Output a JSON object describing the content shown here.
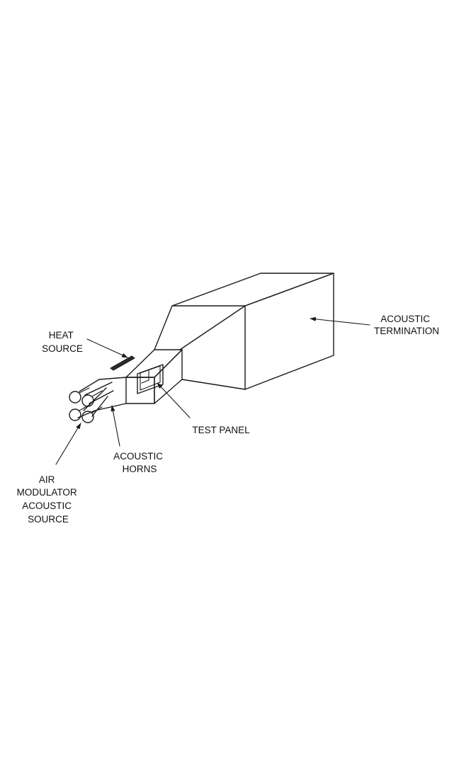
{
  "labels": {
    "acoustic_termination": [
      "ACOUSTIC",
      "TERMINATION"
    ],
    "heat_source": [
      "HEAT",
      "SOURCE"
    ],
    "test_panel": [
      "TEST PANEL"
    ],
    "acoustic_horns": [
      "ACOUSTIC",
      "HORNS"
    ],
    "air_modulator": [
      "AIR",
      "MODULATOR",
      "ACOUSTIC",
      "SOURCE"
    ]
  },
  "colors": {
    "line": "#1a1a1a",
    "heater": "#2a2a2a",
    "background": "#ffffff"
  }
}
